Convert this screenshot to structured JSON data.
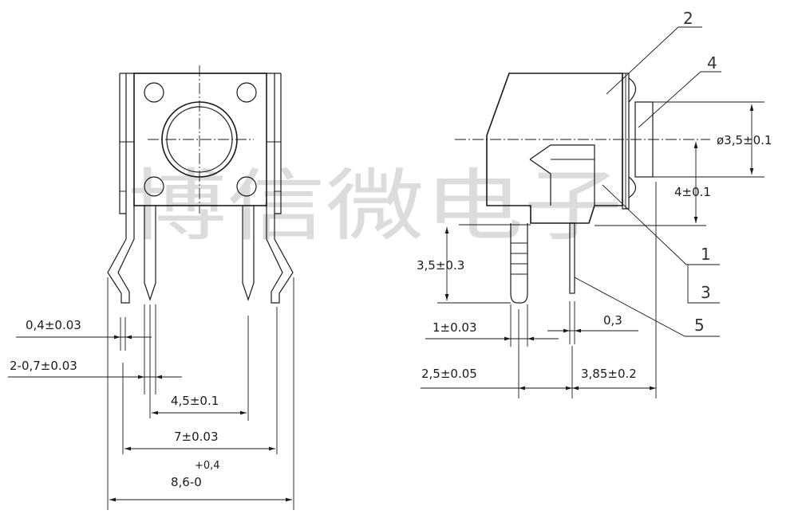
{
  "watermark": "博信微电子",
  "front_view": {
    "dimensions": {
      "lead_thickness": "0,4±0.03",
      "pin_width": "2-0,7±0.03",
      "pin_spacing_inner": "4,5±0.1",
      "pin_spacing_outer": "7±0.03",
      "overall_width_tol": "+0,4",
      "overall_width": "8,6-0"
    }
  },
  "side_view": {
    "dimensions": {
      "button_diameter": "ø3,5±0.1",
      "button_height": "4±0.1",
      "pin_length": "3,5±0.3",
      "pin_width": "1±0.03",
      "tab_thickness": "0,3",
      "pin_offset": "2,5±0.05",
      "tab_offset": "3,85±0.2"
    },
    "callouts": [
      "1",
      "2",
      "3",
      "4",
      "5"
    ]
  }
}
